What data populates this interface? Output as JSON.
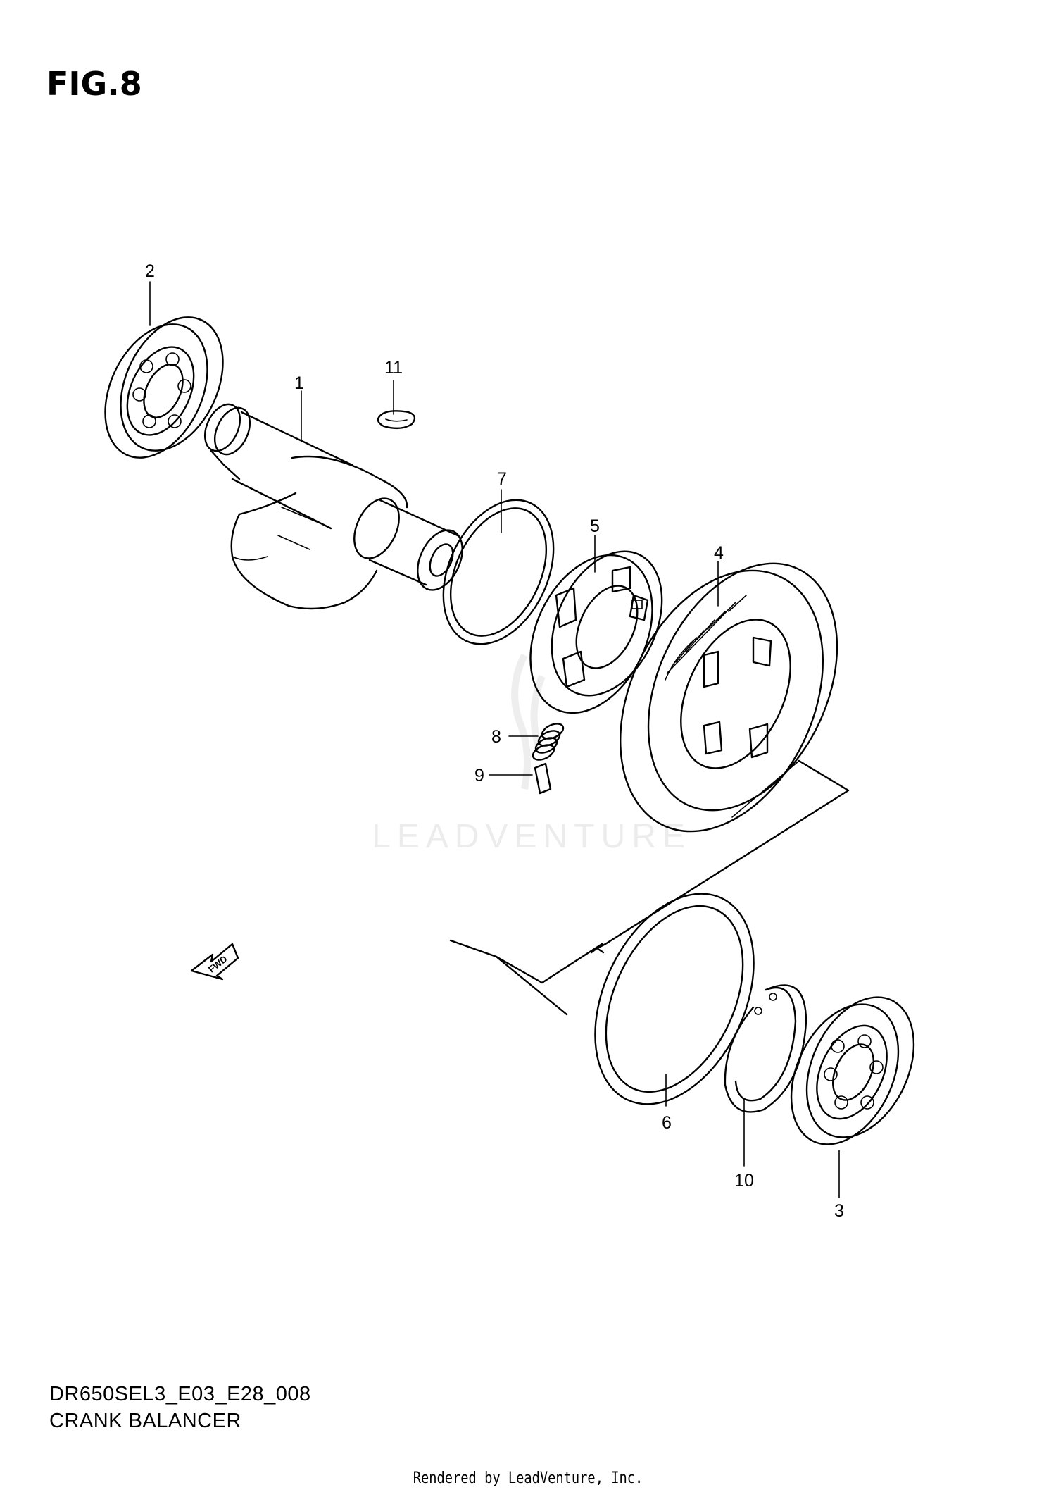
{
  "figure": {
    "title": "FIG.8",
    "model_code": "DR650SEL3_E03_E28_008",
    "section_name": "CRANK BALANCER",
    "credit": "Rendered by LeadVenture, Inc.",
    "watermark": "LEADVENTURE",
    "fwd_label": "FWD"
  },
  "callouts": [
    "1",
    "2",
    "3",
    "4",
    "5",
    "6",
    "7",
    "8",
    "9",
    "10",
    "11"
  ],
  "colors": {
    "line": "#000000",
    "watermark": "#ececec"
  }
}
